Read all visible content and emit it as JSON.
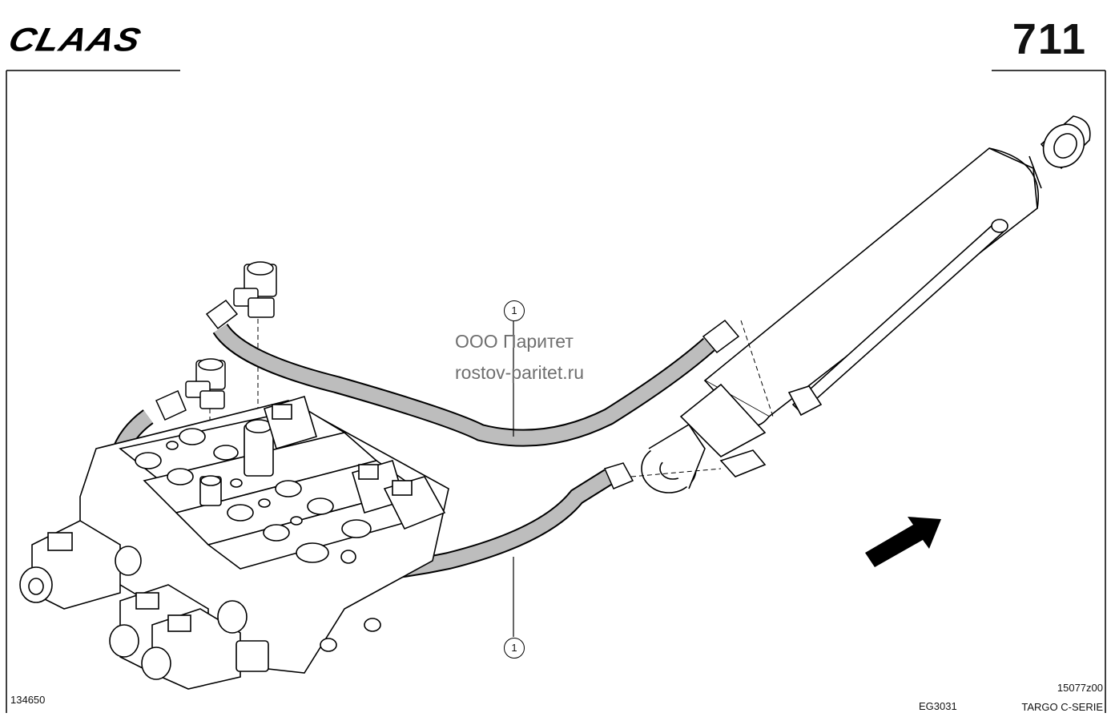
{
  "brand": {
    "logo": "CLAAS"
  },
  "page": {
    "number": "711"
  },
  "watermark": {
    "company": "ООО Паритет",
    "site": "rostov-paritet.ru"
  },
  "callouts": [
    {
      "label": "1"
    },
    {
      "label": "1"
    }
  ],
  "footer": {
    "drawing_number": "134650",
    "group_code": "EG3031",
    "sheet_code": "15077z00",
    "series": "TARGO C-SERIE"
  }
}
